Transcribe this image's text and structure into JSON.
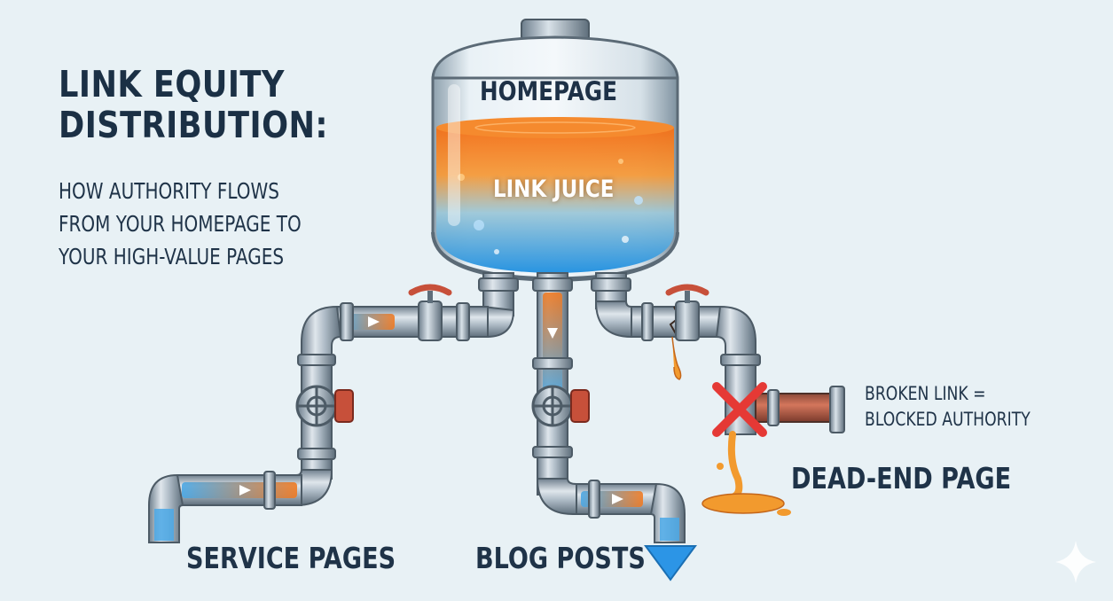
{
  "title": {
    "line1": "LINK EQUITY",
    "line2": "DISTRIBUTION:"
  },
  "subtitle": {
    "line1": "HOW AUTHORITY FLOWS",
    "line2": "FROM YOUR HOMEPAGE TO",
    "line3": "YOUR HIGH-VALUE PAGES"
  },
  "tank": {
    "label": "HOMEPAGE",
    "liquid_label": "LINK JUICE"
  },
  "outlets": {
    "service": "SERVICE PAGES",
    "blog": "BLOG POSTS",
    "dead_end": "DEAD-END PAGE"
  },
  "broken_note": {
    "line1": "BROKEN LINK =",
    "line2": "BLOCKED AUTHORITY"
  },
  "colors": {
    "background": "#e8f1f5",
    "pipe": "#9eacb8",
    "juice_orange": "#f07a22",
    "juice_blue": "#3aa8e8",
    "broken_x": "#e53935",
    "valve_handle": "#c7503a"
  },
  "icons": [
    "tank-icon",
    "valve-icon",
    "flow-arrow-icon",
    "broken-x-icon",
    "leak-puddle-icon",
    "sparkle-icon"
  ]
}
